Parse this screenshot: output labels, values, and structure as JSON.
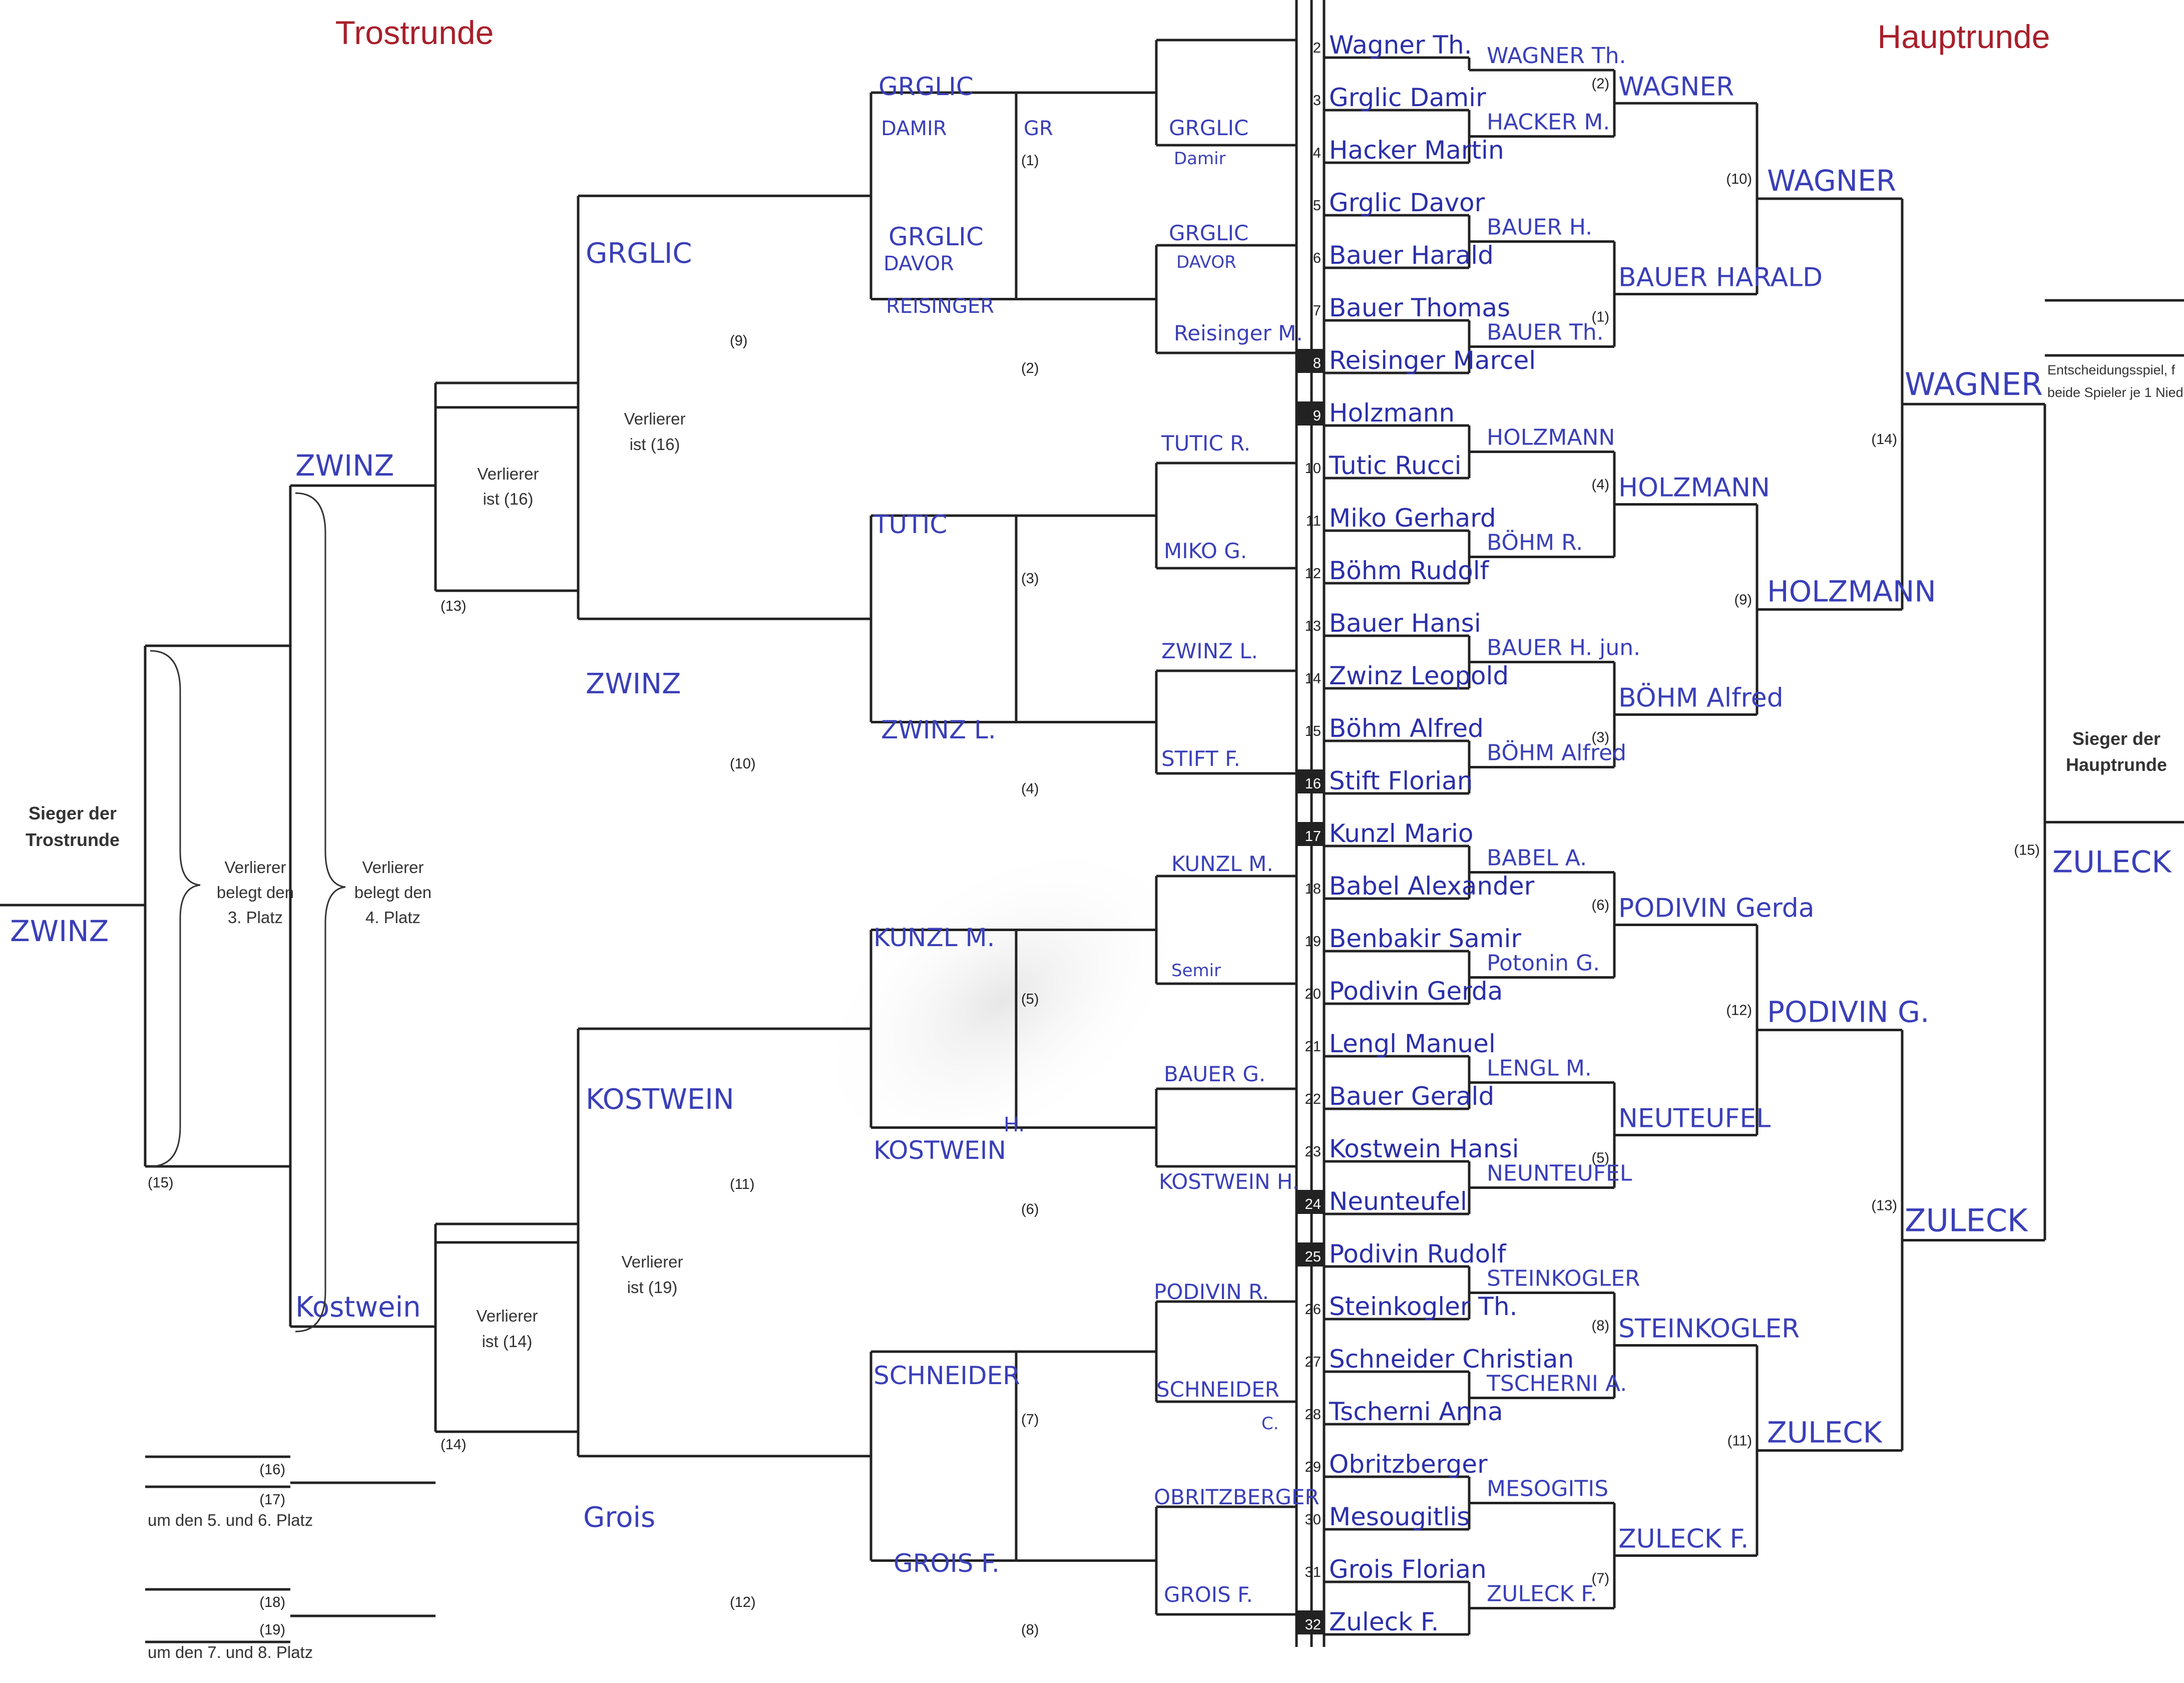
{
  "headers": {
    "trost": "Trostrunde",
    "haupt": "Hauptrunde",
    "sieger_trost": [
      "Sieger der",
      "Trostrunde"
    ],
    "sieger_haupt": [
      "Sieger der",
      "Hauptrunde"
    ],
    "entscheidung": [
      "Entscheidungsspiel, f",
      "beide Spieler je 1 Nied"
    ]
  },
  "draw": [
    "Wagner Th.",
    "Grglic Damir",
    "Hacker Martin",
    "Grglic Davor",
    "Bauer Harald",
    "Bauer Thomas",
    "Reisinger Marcel",
    "Holzmann",
    "Tutic Rucci",
    "Miko Gerhard",
    "Böhm Rudolf",
    "Bauer Hansi",
    "Zwinz Leopold",
    "Böhm Alfred",
    "Stift Florian",
    "Kunzl Mario",
    "Babel Alexander",
    "Benbakir Samir",
    "Podivin Gerda",
    "Lengl Manuel",
    "Bauer Gerald",
    "Kostwein Hansi",
    "Neunteufel",
    "Podivin Rudolf",
    "Steinkogler Th.",
    "Schneider Christian",
    "Tscherni Anna",
    "Obritzberger",
    "Mesougitlis",
    "Grois Florian",
    "Zuleck F."
  ],
  "haupt_r1": [
    "WAGNER Th.",
    "HACKER M.",
    "BAUER H.",
    "BAUER Th.",
    "HOLZMANN",
    "BÖHM R.",
    "BAUER H. jun.",
    "BÖHM Alfred",
    "BABEL A.",
    "Potonin G.",
    "LENGL M.",
    "NEUNTEUFEL",
    "STEINKOGLER",
    "TSCHERNI A.",
    "MESOGITIS",
    "ZULECK F."
  ],
  "haupt_r2": [
    "WAGNER",
    "BAUER HARALD",
    "HOLZMANN",
    "BÖHM Alfred",
    "PODIVIN Gerda",
    "NEUTEUFEL",
    "STEINKOGLER",
    "ZULECK F."
  ],
  "haupt_r3": [
    "WAGNER",
    "HOLZMANN",
    "PODIVIN G.",
    "ZULECK"
  ],
  "haupt_r4": [
    "WAGNER",
    "ZULECK"
  ],
  "haupt_final": "ZULECK",
  "trost_r1": [
    "GRGLIC",
    "Damir",
    "GRGLIC",
    "DAVOR",
    "Reisinger M.",
    "TUTIC R.",
    "MIKO G.",
    "ZWINZ L.",
    "STIFT F.",
    "KUNZL M.",
    "Semir",
    "BAUER G.",
    "KOSTWEIN H.",
    "PODIVIN R.",
    "SCHNEIDER",
    "C.",
    "OBRITZBERGER",
    "GROIS F."
  ],
  "trost_r2": [
    "GR",
    "GRGLIC",
    "DAMIR",
    "GRGLIC",
    "DAVOR",
    "REISINGER",
    "TUTIC",
    "ZWINZ L.",
    "KUNZL M.",
    "KOSTWEIN",
    "H.",
    "SCHNEIDER",
    "GROIS F."
  ],
  "trost_r3": [
    "GRGLIC",
    "ZWINZ",
    "KOSTWEIN",
    "Grois"
  ],
  "trost_r4": [
    "ZWINZ",
    "Kostwein"
  ],
  "trost_final": "ZWINZ",
  "verlierer": {
    "v16a": [
      "Verlierer",
      "ist (16)"
    ],
    "v16b": [
      "Verlierer",
      "ist (16)"
    ],
    "v19": [
      "Verlierer",
      "ist (19)"
    ],
    "v14": [
      "Verlierer",
      "ist (14)"
    ],
    "platz3": [
      "Verlierer",
      "belegt den",
      "3. Platz"
    ],
    "platz4": [
      "Verlierer",
      "belegt den",
      "4. Platz"
    ]
  },
  "placement": {
    "p56": "um den 5. und 6. Platz",
    "p78": "um den 7. und 8. Platz"
  },
  "match_numbers": {
    "haupt_r1": [
      "(2)",
      "(1)",
      "(4)",
      "(3)",
      "(6)",
      "(5)",
      "(8)",
      "(7)"
    ],
    "haupt_r2": [
      "(10)",
      "(9)",
      "(12)",
      "(11)"
    ],
    "haupt_r3": [
      "(14)",
      "(13)"
    ],
    "haupt_final": "(15)",
    "trost_r1": [
      "(1)",
      "(2)",
      "(3)",
      "(4)",
      "(5)",
      "(6)",
      "(7)",
      "(8)"
    ],
    "trost_r2": [
      "(9)",
      "(10)",
      "(11)",
      "(12)"
    ],
    "trost_r3": [
      "(13)",
      "(14)"
    ],
    "trost_final": "(15)",
    "placement": [
      "(16)",
      "(17)",
      "(18)",
      "(19)"
    ]
  },
  "slots": [
    "2",
    "3",
    "4",
    "5",
    "6",
    "7",
    "8",
    "9",
    "10",
    "11",
    "12",
    "13",
    "14",
    "15",
    "16",
    "17",
    "18",
    "19",
    "20",
    "21",
    "22",
    "23",
    "24",
    "25",
    "26",
    "27",
    "28",
    "29",
    "30",
    "31",
    "32"
  ],
  "highlight_slots": [
    "8",
    "9",
    "16",
    "17",
    "24",
    "25",
    "32"
  ]
}
